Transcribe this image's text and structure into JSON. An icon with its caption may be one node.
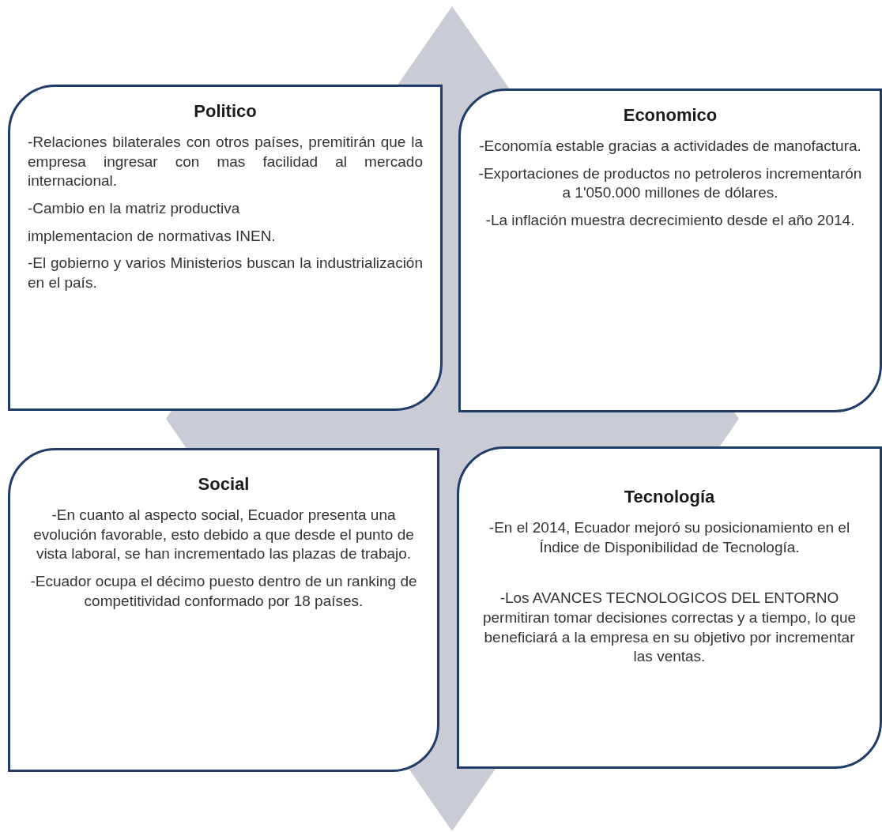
{
  "diagram": {
    "nodes": [
      {
        "text": [
          "Politico",
          "-Relaciones bilaterales con otros países, premitirán que la empresa ingresar con mas facilidad al mercado internacional.",
          "-Cambio en la matriz productiva",
          "implementacion de normativas INEN.",
          "-El gobierno y varios Ministerios buscan la industrialización en el país."
        ]
      },
      {
        "text": [
          "Economico",
          "-Economía estable gracias a actividades de manofactura.",
          "-Exportaciones de productos no petroleros incrementarón a 1'050.000 millones de dólares.",
          "-La inflación muestra decrecimiento desde el año 2014."
        ]
      },
      {
        "text": [
          "Social",
          "-En cuanto al aspecto social, Ecuador presenta una evolución favorable, esto debido a que desde el punto de vista laboral, se han incrementado las plazas de trabajo.",
          "-Ecuador ocupa el décimo puesto dentro de un ranking de competitividad conformado por 18 países."
        ]
      },
      {
        "text": [
          "Tecnología",
          "-En el 2014, Ecuador mejoró su posicionamiento en el Índice de Disponibilidad de Tecnología.",
          "-Los AVANCES TECNOLOGICOS DEL ENTORNO permitiran tomar decisiones correctas y a tiempo, lo que beneficiará a la empresa en su objetivo por incrementar las ventas."
        ]
      }
    ]
  }
}
